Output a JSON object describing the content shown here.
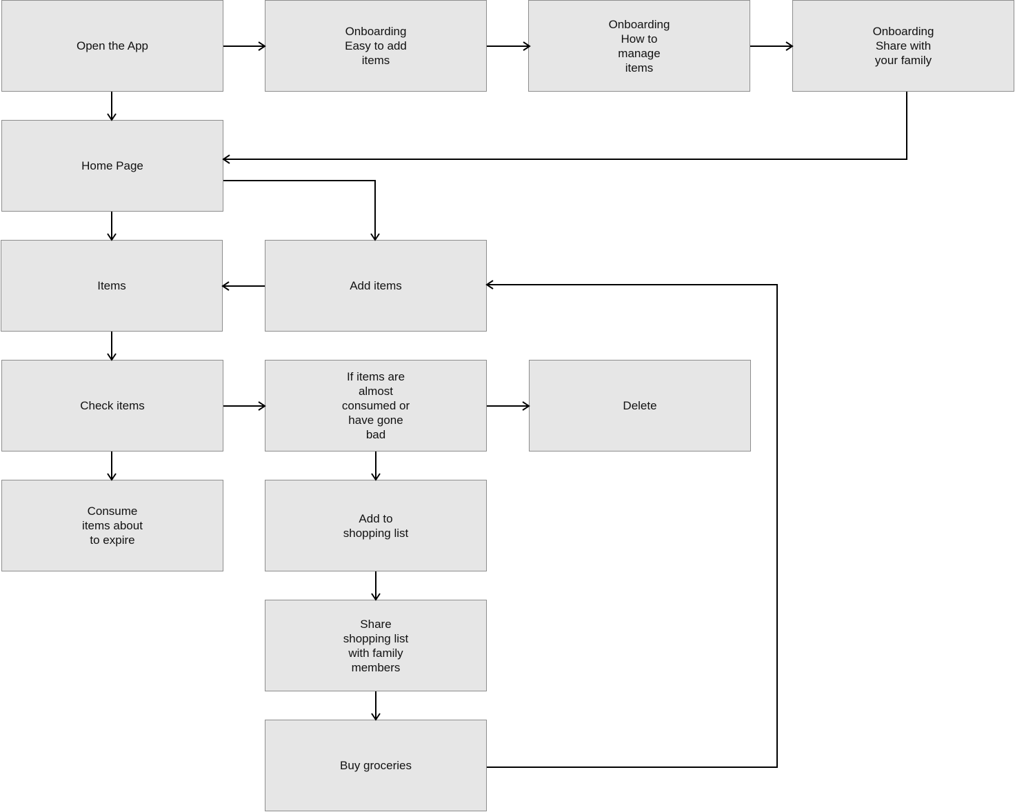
{
  "diagram": {
    "nodes": [
      {
        "id": "open-app",
        "label": "Open the App"
      },
      {
        "id": "onboarding-1",
        "label": "Onboarding\nEasy to add\nitems"
      },
      {
        "id": "onboarding-2",
        "label": "Onboarding\nHow to\nmanage\nitems"
      },
      {
        "id": "onboarding-3",
        "label": "Onboarding\nShare with\nyour family"
      },
      {
        "id": "home-page",
        "label": "Home Page"
      },
      {
        "id": "items",
        "label": "Items"
      },
      {
        "id": "add-items",
        "label": "Add items"
      },
      {
        "id": "check-items",
        "label": "Check items"
      },
      {
        "id": "if-consumed",
        "label": "If items are\nalmost\nconsumed or\nhave gone\nbad"
      },
      {
        "id": "delete",
        "label": "Delete"
      },
      {
        "id": "consume",
        "label": "Consume\nitems about\nto expire"
      },
      {
        "id": "add-shopping",
        "label": "Add to\nshopping list"
      },
      {
        "id": "share-list",
        "label": "Share\nshopping list\nwith family\nmembers"
      },
      {
        "id": "buy-groceries",
        "label": "Buy groceries"
      }
    ],
    "edges": [
      {
        "from": "open-app",
        "to": "onboarding-1"
      },
      {
        "from": "onboarding-1",
        "to": "onboarding-2"
      },
      {
        "from": "onboarding-2",
        "to": "onboarding-3"
      },
      {
        "from": "open-app",
        "to": "home-page"
      },
      {
        "from": "onboarding-3",
        "to": "home-page"
      },
      {
        "from": "home-page",
        "to": "items"
      },
      {
        "from": "home-page",
        "to": "add-items"
      },
      {
        "from": "add-items",
        "to": "items"
      },
      {
        "from": "items",
        "to": "check-items"
      },
      {
        "from": "check-items",
        "to": "if-consumed"
      },
      {
        "from": "if-consumed",
        "to": "delete"
      },
      {
        "from": "check-items",
        "to": "consume"
      },
      {
        "from": "if-consumed",
        "to": "add-shopping"
      },
      {
        "from": "add-shopping",
        "to": "share-list"
      },
      {
        "from": "share-list",
        "to": "buy-groceries"
      },
      {
        "from": "buy-groceries",
        "to": "add-items"
      }
    ]
  }
}
